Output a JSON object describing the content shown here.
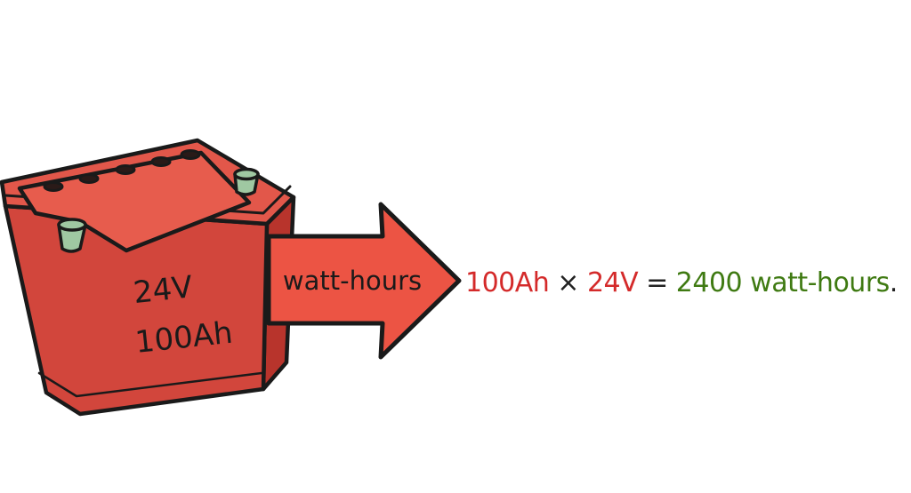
{
  "battery": {
    "voltage_label": "24V",
    "capacity_label": "100Ah"
  },
  "arrow": {
    "label": "watt-hours"
  },
  "equation": {
    "amp_hours": "100Ah",
    "times": "×",
    "voltage": "24V",
    "equals": "=",
    "result": "2400 watt-hours",
    "period": "."
  },
  "colors": {
    "battery_body": "#d8473d",
    "battery_front": "#c93a31",
    "battery_top": "#e4574a",
    "terminal": "#9fc8a2",
    "arrow_fill": "#ec5444",
    "outline": "#1a1a1a",
    "input_values": "#d42a2a",
    "result_value": "#3f7a12"
  }
}
